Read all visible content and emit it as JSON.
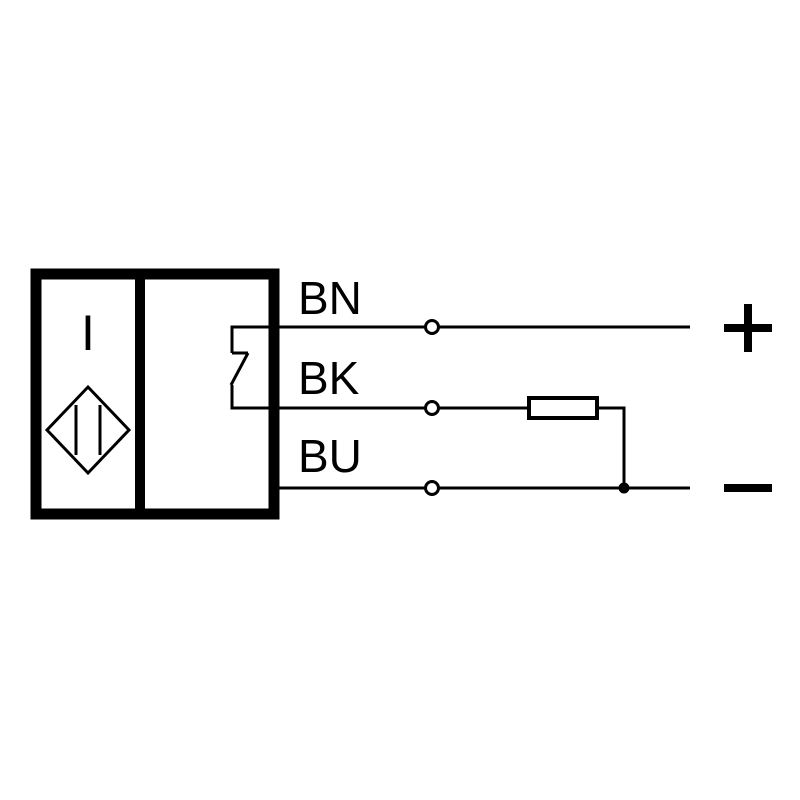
{
  "sensor": {
    "function_mark": "I",
    "symbol": "inductive-sensor-icon"
  },
  "wires": [
    {
      "label": "BN",
      "polarity": "+"
    },
    {
      "label": "BK",
      "polarity": ""
    },
    {
      "label": "BU",
      "polarity": "−"
    }
  ],
  "colors": {
    "line": "#000000",
    "background": "#ffffff"
  }
}
